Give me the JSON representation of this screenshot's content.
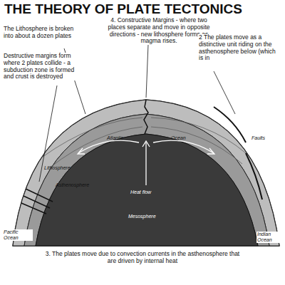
{
  "diagram": {
    "title": "THE THEORY OF PLATE TECTONICS",
    "caption": "3. The plates move due to convection currents in the asthenosphere that are driven by internal heat",
    "labels": [
      "4. Constructive Margins - where two places separate and move in opposite directions - new lithosphere forms as magma rises.",
      "2 The plates move as a distinctive unit riding on the asthenosphere below (which is in",
      "The Lithosphere is broken into about a dozen plates",
      "Destructive margins form where 2 plates collide - a subduction zone is formed and crust is destroyed",
      "Atlantic",
      "Ocean",
      "Faults",
      "Lithosphere",
      "Asthenosphere",
      "Heat flow",
      "Mesosphere",
      "Pacific Ocean",
      "Indian Ocean"
    ]
  }
}
